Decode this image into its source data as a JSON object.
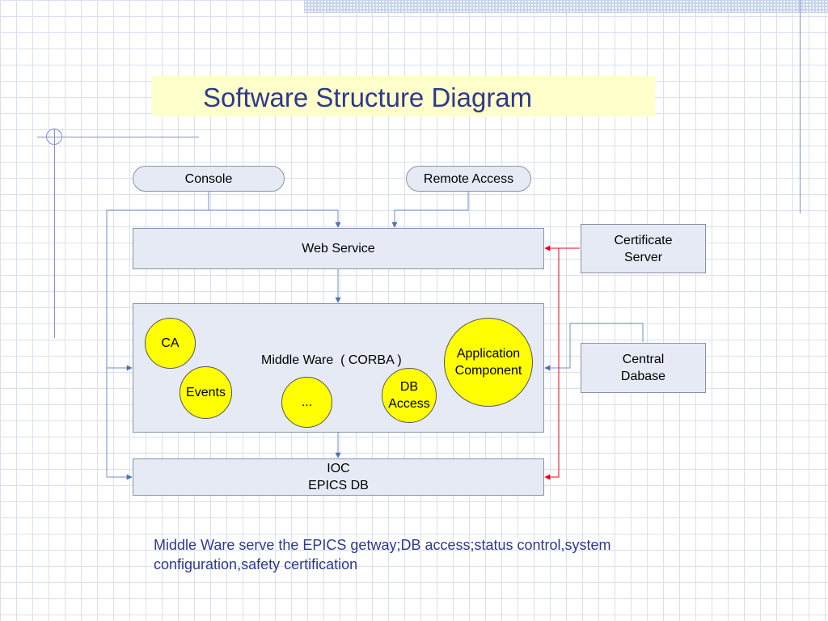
{
  "title": "Software Structure Diagram",
  "nodes": {
    "console": "Console",
    "remote_access": "Remote Access",
    "web_service": "Web Service",
    "certificate_server": "Certificate\nServer",
    "middleware": "Middle Ware  ( CORBA )",
    "central_database": "Central\nDabase",
    "ioc": "IOC\nEPICS DB",
    "ca": "CA",
    "events": "Events",
    "ellipsis": "...",
    "db_access": "DB\nAccess",
    "application_component": "Application\nComponent"
  },
  "caption": "Middle Ware serve the  EPICS getway;DB access;status control,system configuration,safety certification",
  "colors": {
    "title_bg": "#ffffcc",
    "title_text": "#2e3a8c",
    "box_fill": "#e6eaf4",
    "component_fill": "#ffff00",
    "blue_connector": "#6f8fc7",
    "red_connector": "#e8001c",
    "caption_text": "#2e3a8c"
  }
}
